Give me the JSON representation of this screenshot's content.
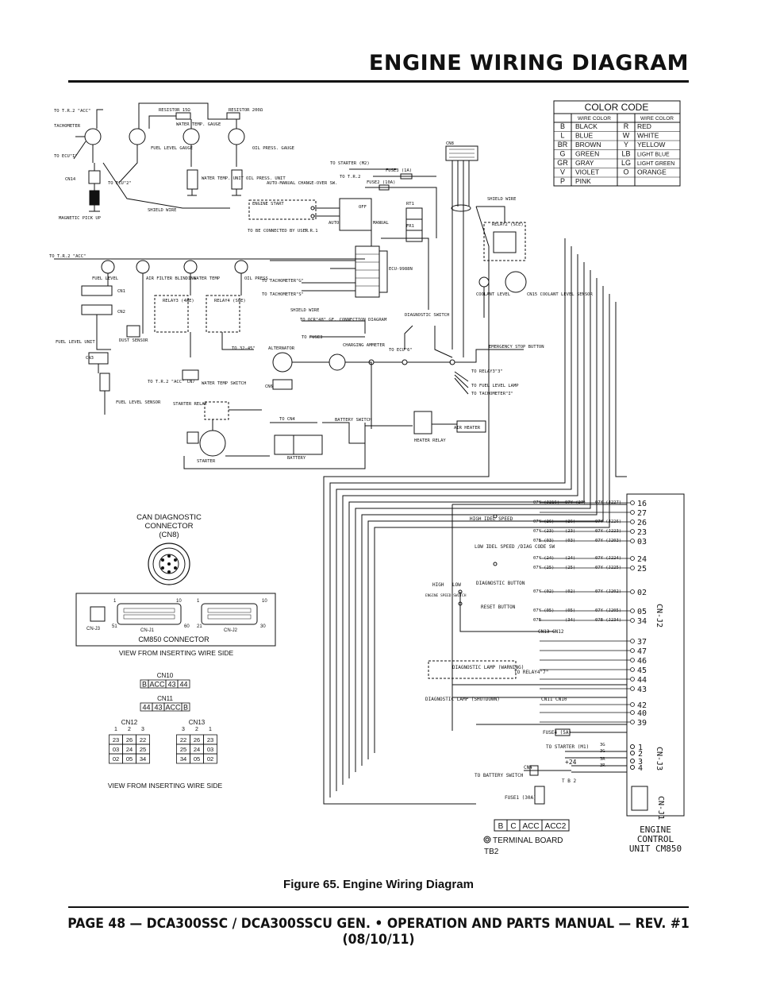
{
  "header": {
    "title": "ENGINE WIRING DIAGRAM"
  },
  "color_code": {
    "title": "COLOR CODE",
    "col_header": "WIRE COLOR",
    "rows": [
      [
        "B",
        "BLACK",
        "R",
        "RED"
      ],
      [
        "L",
        "BLUE",
        "W",
        "WHITE"
      ],
      [
        "BR",
        "BROWN",
        "Y",
        "YELLOW"
      ],
      [
        "G",
        "GREEN",
        "LB",
        "LIGHT BLUE"
      ],
      [
        "GR",
        "GRAY",
        "LG",
        "LIGHT GREEN"
      ],
      [
        "V",
        "VIOLET",
        "O",
        "ORANGE"
      ],
      [
        "P",
        "PINK",
        "",
        ""
      ]
    ]
  },
  "labels": {
    "tachometer": "TACHOMETER",
    "fuel_level_gauge": "FUEL LEVEL GAUGE",
    "water_temp_gauge": "WATER TEMP. GAUGE",
    "oil_press_gauge": "OIL PRESS. GAUGE",
    "resistor1": "RESISTOR 15Ω",
    "resistor2": "RESISTOR 200Ω",
    "water_temp_unit": "WATER TEMP. UNIT",
    "oil_press_unit": "OIL PRESS. UNIT",
    "magnetic_pickup": "MAGNETIC PICK UP",
    "shield_wire": "SHIELD WIRE",
    "to_tr2_acc": "TO T.R.2 \"ACC\"",
    "to_ecu_i": "TO ECU\"I\"",
    "to_ecu_2": "TO ECU\"2\"",
    "cn14": "CN14",
    "to_starter_m2": "TO STARTER (M2)",
    "to_tr2": "TO T.R.2",
    "fuse3": "FUSE3 (1A)",
    "fuse2": "FUSE2 (10A)",
    "cn8": "CN8",
    "auto_manual": "AUTO-MANUAL CHANGE-OVER SW.",
    "engine_start": "ENGINE START",
    "tr1": "T.R.1",
    "auto": "AUTO",
    "off": "OFF",
    "manual": "MANUAL",
    "rt1": "RT1",
    "fr1": "FR1",
    "to_be_connected": "TO BE CONNECTED BY USER",
    "relay2": "RELAY2 (SCE)",
    "shield_wire2": "SHIELD WIRE",
    "ecu": "ECU-9988N",
    "fuel_level": "FUEL LEVEL",
    "air_filter": "AIR FILTER BLINDING",
    "water_temp": "WATER TEMP",
    "oil_press": "OIL PRESS.",
    "cn1": "CN1",
    "cn2": "CN2",
    "cn3": "CN3",
    "relay3": "RELAY3 (4WE)",
    "relay4": "RELAY4 (SGE)",
    "to_tach_g": "TO TACHOMETER\"G\"",
    "to_tach_s": "TO TACHOMETER\"S\"",
    "shield_wire3": "SHIELD WIRE",
    "coolant_level": "COOLANT LEVEL",
    "cn15": "CN15 COOLANT LEVEL SENSOR",
    "dust_sensor": "DUST SENSOR",
    "fuel_level_unit": "FUEL LEVEL UNIT",
    "to_ocr": "TO OCR\"48\" GE. CONNECTION DIAGRAM",
    "to_fuse3": "TO FUSE3",
    "diag_switch": "DIAGNOSTIC SWITCH",
    "alternator": "ALTERNATOR",
    "charging_ammeter": "CHARGING AMMETER",
    "to_ecu_6": "TO ECU\"6\"",
    "emergency_stop": "EMERGENCY STOP BUTTON",
    "to_relay3": "TO RELAY3\"3\"",
    "to_fuel_level_lamp": "TO FUEL LEVEL LAMP",
    "to_tach_i": "TO TACHOMETER\"I\"",
    "to_32_45": "TO 32-45\"",
    "to_tr2_acc_cn7": "TO T.R.2 \"ACC\" CN7",
    "water_temp_switch": "WATER TEMP SWITCH",
    "cn6": "CN6",
    "fuel_level_sensor": "FUEL LEVEL SENSOR",
    "starter_relay": "STARTER RELAY",
    "to_cn4": "TO CN4",
    "battery_switch": "BATTERY SWITCH",
    "battery": "BATTERY",
    "starter": "STARTER",
    "air_heater": "AIR HEATER",
    "heater_relay": "HEATER RELAY",
    "high_idle": "HIGH IDEL SPEED",
    "low_idle": "LOW IDEL SPEED /DIAG CODE SW",
    "diagnostic_button": "DIAGNOSTIC BUTTON",
    "reset_button": "RESET BUTTON",
    "engine_speed_switch": "ENGINE SPEED SWITCH",
    "high": "HIGH",
    "low": "LOW",
    "cn13_cn12": "CN13 CN12",
    "diag_lamp_warning": "DIAGNOSTIC LAMP (WARNING)",
    "to_relay4_7": "TO RELAY4\"7\"",
    "diag_lamp_shutdown": "DIAGNOSTIC LAMP (SHUTDOWN)",
    "cn11_cn10": "CN11 CN10",
    "fuse4": "FUSE4 (5A)",
    "to_starter_m1": "TO STARTER (M1)",
    "to_battery_switch": "TO BATTERY SWITCH",
    "cn4": "CN4",
    "plus24": "+24",
    "tb2": "T B 2",
    "fuse1": "FUSE1 (30A)",
    "cn_j2": "CN-J2",
    "cn_j3": "CN-J3",
    "cn_j1": "CN-J1",
    "ecu_cm850": "ENGINE CONTROL UNIT CM850"
  },
  "can_connector": {
    "title": "CAN DIAGNOSTIC CONNECTOR (CN8)"
  },
  "cm850": {
    "title": "CM850 CONNECTOR",
    "note": "VIEW FROM INSERTING WIRE SIDE",
    "cnj3": "CN-J3",
    "cnj1": "CN-J1",
    "cnj2": "CN-J2",
    "pin1a": "1",
    "pin10a": "10",
    "pin51": "51",
    "pin60": "60",
    "pin1b": "1",
    "pin10b": "10",
    "pin21": "21",
    "pin30": "30"
  },
  "cn10": {
    "label": "CN10",
    "cells": [
      "B",
      "ACC",
      "43",
      "44"
    ]
  },
  "cn11": {
    "label": "CN11",
    "cells": [
      "44",
      "43",
      "ACC",
      "B"
    ]
  },
  "cn12": {
    "label": "CN12",
    "pins": [
      "1",
      "2",
      "3"
    ],
    "grid": [
      [
        "23",
        "26",
        "22"
      ],
      [
        "03",
        "24",
        "25"
      ],
      [
        "02",
        "05",
        "34"
      ]
    ]
  },
  "cn13": {
    "label": "CN13",
    "pins": [
      "3",
      "2",
      "1"
    ],
    "grid": [
      [
        "22",
        "26",
        "23"
      ],
      [
        "25",
        "24",
        "03"
      ],
      [
        "34",
        "05",
        "02"
      ]
    ]
  },
  "cn_note": "VIEW FROM INSERTING WIRE SIDE",
  "j2_pins": [
    "16",
    "27",
    "26",
    "23",
    "03",
    "24",
    "25",
    "02",
    "05",
    "34",
    "37",
    "47",
    "46",
    "45",
    "44",
    "43",
    "42",
    "40",
    "39"
  ],
  "j2_wires": [
    [
      "07Y (J216)",
      "07Y (27)",
      "07Y (J227)"
    ],
    [
      "07Y (26)",
      "(26)",
      "07Y (J226)"
    ],
    [
      "07Y (23)",
      "(23)",
      "07Y (J223)"
    ],
    [
      "07B (03)",
      "(03)",
      "07Y (J203)"
    ],
    [
      "07Y (24)",
      "(24)",
      "07Y (J224)"
    ],
    [
      "07Y (25)",
      "(25)",
      "07Y (J225)"
    ],
    [
      "07Y (02)",
      "(02)",
      "07Y (J202)"
    ],
    [
      "07Y (05)",
      "(05)",
      "07Y (J205)"
    ],
    [
      "07B",
      "(34)",
      "07B (J234)"
    ]
  ],
  "j3_pins": [
    "1",
    "2",
    "3",
    "4"
  ],
  "j3_wires": [
    "3G",
    "3G",
    "3R",
    "3R"
  ],
  "tb2_board": {
    "cells": [
      "B",
      "C",
      "ACC",
      "ACC2"
    ],
    "label": "TERMINAL BOARD",
    "sub": "TB2"
  },
  "caption": "Figure 65. Engine Wiring Diagram",
  "footer": "PAGE 48 — DCA300SSC / DCA300SSCU GEN. • OPERATION AND PARTS MANUAL — REV. #1 (08/10/11)"
}
